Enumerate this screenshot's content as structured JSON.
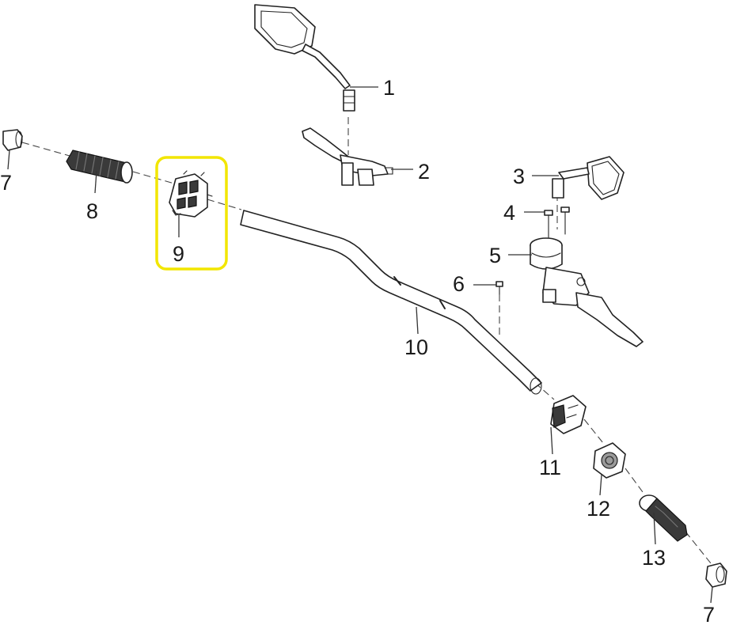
{
  "callouts": {
    "c1": "1",
    "c2": "2",
    "c3": "3",
    "c4": "4",
    "c5": "5",
    "c6": "6",
    "c7_left": "7",
    "c7_right": "7",
    "c8": "8",
    "c9": "9",
    "c10": "10",
    "c11": "11",
    "c12": "12",
    "c13": "13"
  },
  "highlight": {
    "target": "9",
    "color": "#f2e600"
  }
}
